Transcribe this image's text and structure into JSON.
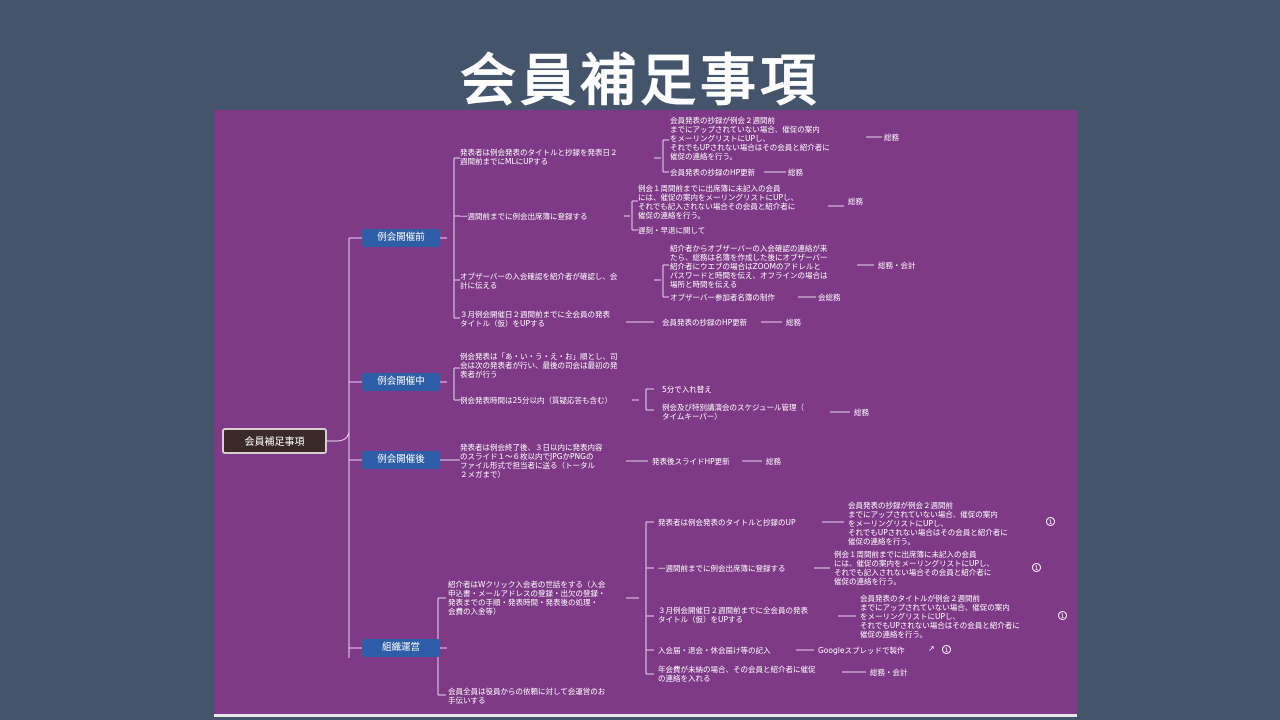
{
  "slide": {
    "title": "会員補足事項"
  },
  "root": "会員補足事項",
  "categories": {
    "before": "例会開催前",
    "during": "例会開催中",
    "after": "例会開催後",
    "org": "組織運営"
  },
  "before": {
    "n1": "発表者は例会発表のタイトルと抄録を発表日２\n週間前までにMLにUPする",
    "n1_c1": "会員発表の抄録が例会２週間前\nまでにアップされていない場合、催促の案内\nをメーリングリストにUPし、\nそれでもUPされない場合はその会員と紹介者に\n催促の連絡を行う。",
    "n1_c1_r": "総務",
    "n1_c2": "会員発表の抄録のHP更新",
    "n1_c2_r": "総務",
    "n2": "一週間前までに例会出席簿に登録する",
    "n2_c1": "例会１周間前までに出席簿に未記入の会員\nには、催促の案内をメーリングリストにUPし、\nそれでも記入されない場合その会員と紹介者に\n催促の連絡を行う。",
    "n2_c1_r": "総務",
    "n2_c2": "遅刻・早退に関して",
    "n3": "オブザーバーの入会確認を紹介者が確認し、会\n計に伝える",
    "n3_c1": "紹介者からオブザーバーの入会確認の連絡が来\nたら、総務は名簿を作成した後にオブザーバー\n紹介者にウエブの場合はZOOMのアドレルと\nパスワードと時間を伝え、オフラインの場合は\n場所と時間を伝える",
    "n3_c1_r": "総務・会計",
    "n3_c2": "オブザーバー参加者名簿の制作",
    "n3_c2_r": "会総務",
    "n4": "３月例会開催日２週間前までに全会員の発表\nタイトル（仮）をUPする",
    "n4_c1": "会員発表の抄録のHP更新",
    "n4_c1_r": "総務"
  },
  "during": {
    "n1": "例会発表は「あ・い・う・え・お」順とし、司\n会は次の発表者が行い、最後の司会は最初の発\n表者が行う",
    "n2": "例会発表時間は25分以内（質疑応答も含む）",
    "n2_c1": "5分で入れ替え",
    "n2_c2": "例会及び特別講演会のスケジュール管理（\nタイムキーパー）",
    "n2_c2_r": "総務"
  },
  "after": {
    "n1": "発表者は例会終了後、３日以内に発表内容\nのスライド１～６枚以内でJPGかPNGの\nファイル形式で担当者に送る（トータル\n２メガまで）",
    "n1_c1": "発表後スライドHP更新",
    "n1_c1_r": "総務"
  },
  "org": {
    "n1": "紹介者はWクリック入会者の世話をする（入会\n申込書・メールアドレスの登録・出欠の登録・\n発表までの手順・発表時間・発表後の処理・\n会費の入金等）",
    "n1_c1": "発表者は例会発表のタイトルと抄録のUP",
    "n1_c1_d": "会員発表の抄録が例会２週間前\nまでにアップされていない場合、催促の案内\nをメーリングリストにUPし、\nそれでもUPされない場合はその会員と紹介者に\n催促の連絡を行う。",
    "n1_c2": "一週間前までに例会出席簿に登録する",
    "n1_c2_d": "例会１周間前までに出席簿に未記入の会員\nには、催促の案内をメーリングリストにUPし、\nそれでも記入されない場合その会員と紹介者に\n催促の連絡を行う。",
    "n1_c3": "３月例会開催日２週間前までに全会員の発表\nタイトル（仮）をUPする",
    "n1_c3_d": "会員発表のタイトルが例会２週間前\nまでにアップされていない場合、催促の案内\nをメーリングリストにUPし、\nそれでもUPされない場合はその会員と紹介者に\n催促の連絡を行う。",
    "n1_c4": "入会届・退会・休会届け等の記入",
    "n1_c4_d": "Googleスプレッドで製作",
    "n1_c5": "年会費が未納の場合、その会員と紹介者に催促\nの連絡を入れる",
    "n1_c5_r": "総務・会計",
    "n2": "会員全員は役員からの依頼に対して会運営のお\n手伝いする",
    "badge": "1"
  },
  "colors": {
    "bg": "#44546a",
    "map": "#7e3a86",
    "node": "#2f5ea8",
    "root": "#3a2a2a"
  }
}
